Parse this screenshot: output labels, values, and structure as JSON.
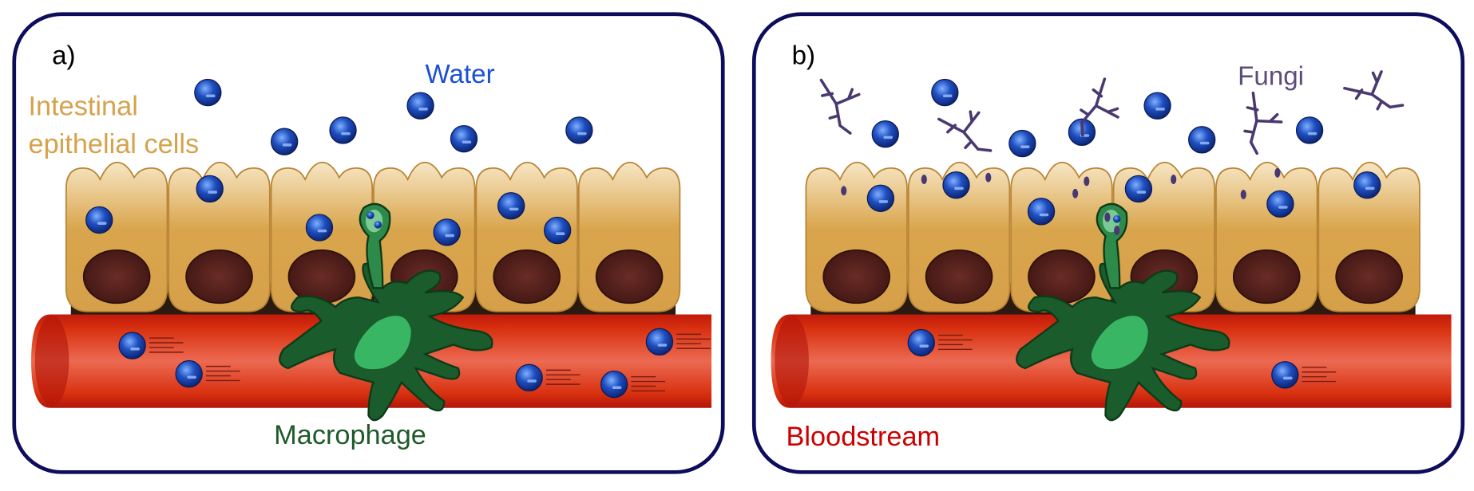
{
  "panels": [
    {
      "label": "a)",
      "annotations": {
        "water": "Water",
        "cells_line1": "Intestinal",
        "cells_line2": "epithelial cells",
        "macrophage": "Macrophage"
      }
    },
    {
      "label": "b)",
      "annotations": {
        "fungi": "Fungi",
        "bloodstream": "Bloodstream"
      }
    }
  ],
  "colors": {
    "frame": "#0d0d5c",
    "water_label": "#1a4fd6",
    "cells_label": "#d6a24c",
    "macrophage_label": "#1e5a2a",
    "fungi_label": "#5c4c7c",
    "bloodstream_label": "#cc0000",
    "cell_fill": "#e0b466",
    "nucleus": "#4e1f1a",
    "vessel": "#d62a14",
    "macrophage": "#1a5c2c",
    "water_drop": "#1f4fc0",
    "fungi": "#4a3870"
  }
}
